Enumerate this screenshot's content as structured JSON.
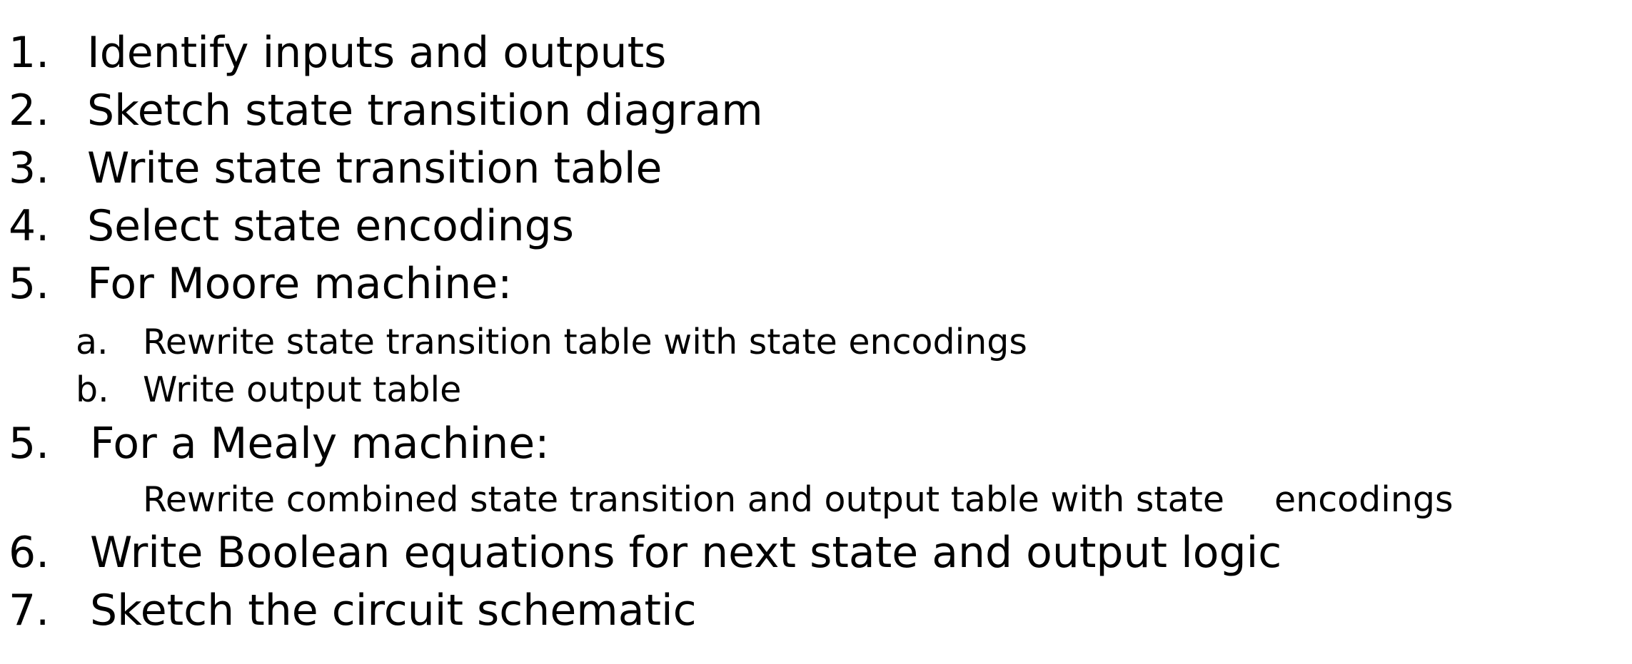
{
  "steps": [
    {
      "number": "1.",
      "text": "Identify inputs and outputs"
    },
    {
      "number": "2.",
      "text": "Sketch state transition diagram"
    },
    {
      "number": "3.",
      "text": "Write state transition table"
    },
    {
      "number": "4.",
      "text": "Select state encodings"
    },
    {
      "number": "5.",
      "text": "For Moore machine:",
      "substeps": [
        {
          "letter": "a.",
          "text": "Rewrite state transition table with state encodings"
        },
        {
          "letter": "b.",
          "text": "Write output table"
        }
      ]
    },
    {
      "number": "5.",
      "text": "For a Mealy machine:",
      "substep_text_part1": "Rewrite combined state transition and output table with state",
      "substep_text_part2": "encodings"
    },
    {
      "number": "6.",
      "text": "Write Boolean equations for next state and output logic"
    },
    {
      "number": "7.",
      "text": "Sketch the circuit schematic"
    }
  ]
}
